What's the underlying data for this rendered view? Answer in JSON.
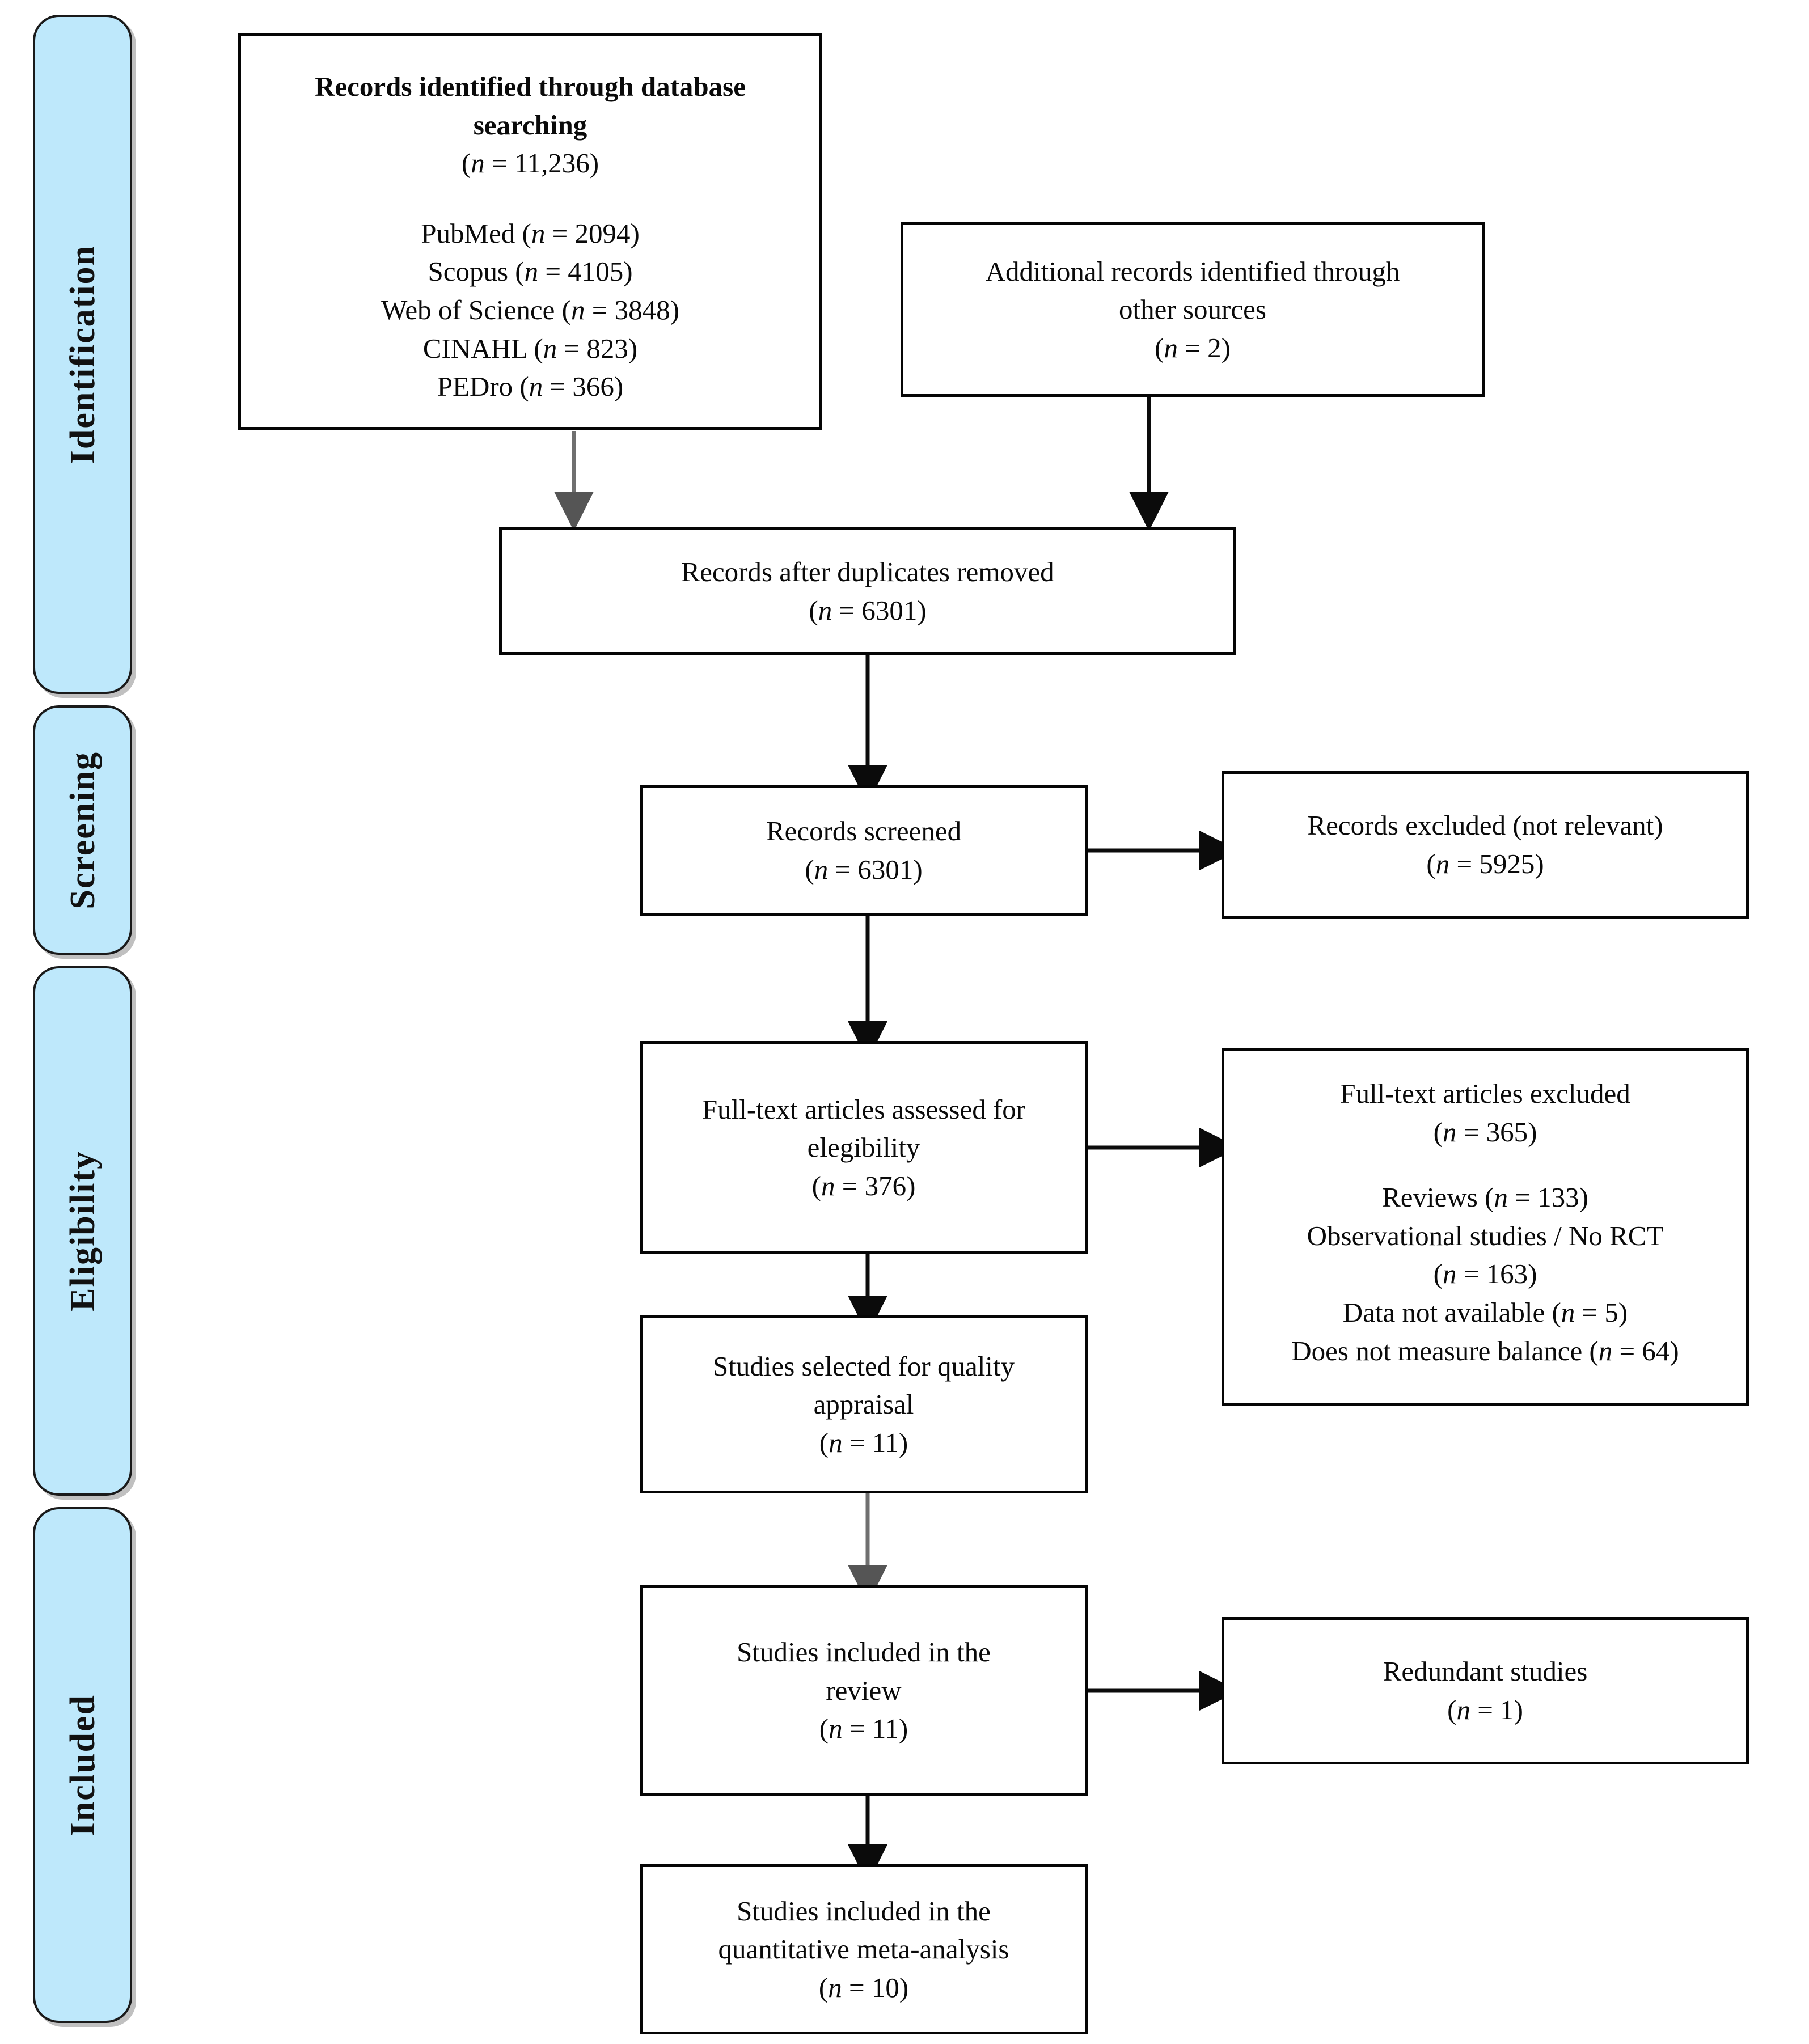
{
  "diagram": {
    "type": "prisma-flow-diagram",
    "accent_color": "#bee8fb",
    "border_color": "#050505"
  },
  "stages": [
    {
      "id": "identification",
      "label": "Identification"
    },
    {
      "id": "screening",
      "label": "Screening"
    },
    {
      "id": "eligibility",
      "label": "Eligibility"
    },
    {
      "id": "included",
      "label": "Included"
    }
  ],
  "boxes": {
    "db_search": {
      "title_l1": "Records identified through database",
      "title_l2": "searching",
      "count": "(n = 11,236)",
      "sources": [
        "PubMed (n = 2094)",
        "Scopus (n = 4105)",
        "Web of Science (n = 3848)",
        "CINAHL (n = 823)",
        "PEDro (n = 366)"
      ]
    },
    "other_sources": {
      "title_l1": "Additional records identified through",
      "title_l2": "other sources",
      "count": "(n = 2)"
    },
    "after_duplicates": {
      "title_l1": "Records after duplicates removed",
      "count": "(n = 6301)"
    },
    "screened": {
      "title_l1": "Records screened",
      "count": "(n = 6301)"
    },
    "records_excluded": {
      "title_l1": "Records excluded (not relevant)",
      "count": "(n = 5925)"
    },
    "fulltext_assessed": {
      "title_l1": "Full-text articles assessed for",
      "title_l2": "elegibility",
      "count": "(n = 376)"
    },
    "fulltext_excluded": {
      "title_l1": "Full-text articles excluded",
      "count": "(n = 365)",
      "reasons": [
        "Reviews (n = 133)",
        "Observational studies / No RCT",
        "(n = 163)",
        "Data not available (n = 5)",
        "Does not measure balance (n = 64)"
      ]
    },
    "quality_appraisal": {
      "title_l1": "Studies selected for quality",
      "title_l2": "appraisal",
      "count": "(n = 11)"
    },
    "included_review": {
      "title_l1": "Studies included in the",
      "title_l2": "review",
      "count": "(n = 11)"
    },
    "redundant": {
      "title_l1": "Redundant studies",
      "count": "(n = 1)"
    },
    "included_meta": {
      "title_l1": "Studies included in the",
      "title_l2": "quantitative meta-analysis",
      "count": "(n = 10)"
    }
  }
}
